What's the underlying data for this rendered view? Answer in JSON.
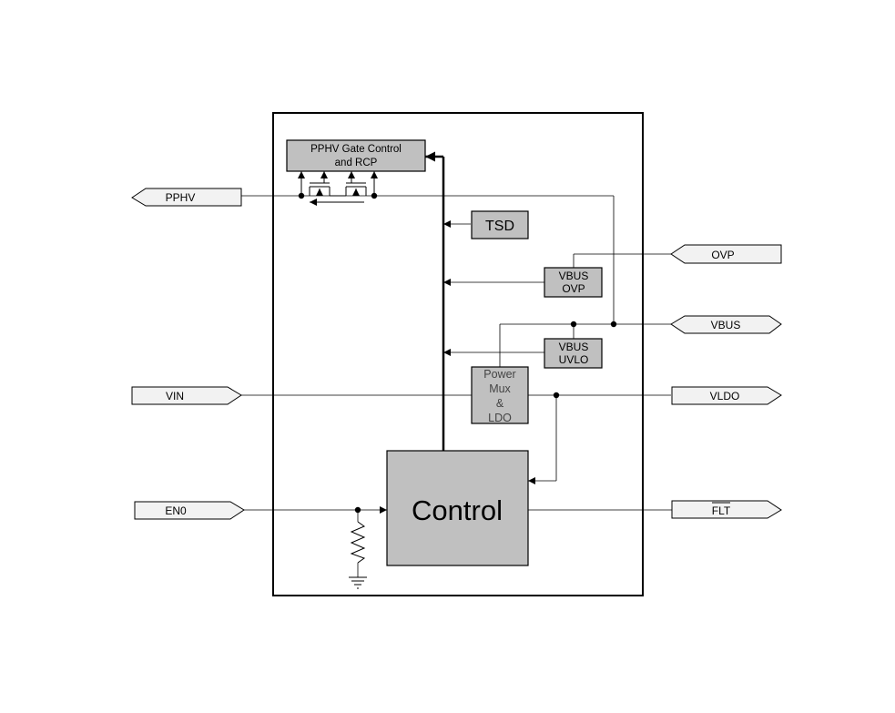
{
  "blocks": {
    "gate_control_line1": "PPHV Gate Control",
    "gate_control_line2": "and RCP",
    "tsd": "TSD",
    "vbus_ovp_line1": "VBUS",
    "vbus_ovp_line2": "OVP",
    "vbus_uvlo_line1": "VBUS",
    "vbus_uvlo_line2": "UVLO",
    "power_mux_line1": "Power",
    "power_mux_line2": "Mux",
    "power_mux_line3": "&",
    "power_mux_line4": "LDO",
    "control": "Control"
  },
  "pins": {
    "pphv": "PPHV",
    "vin": "VIN",
    "en0": "EN0",
    "ovp": "OVP",
    "vbus": "VBUS",
    "vldo": "VLDO",
    "flt": "FLT"
  },
  "colors": {
    "block_fill": "#c0c0c0",
    "pin_fill": "#f2f2f2",
    "line": "#000000"
  }
}
